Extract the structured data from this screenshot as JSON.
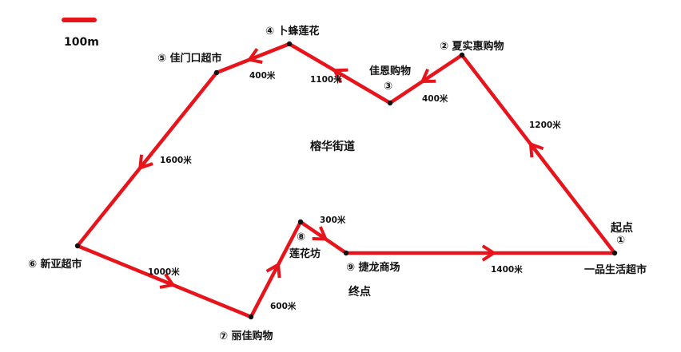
{
  "scale": {
    "label": "100m",
    "color": "#e8141b"
  },
  "area_name": "榕华街道",
  "route_color": "#e8141b",
  "start_label": "起点",
  "end_label": "终点",
  "stops": [
    {
      "id": 1,
      "num": "①",
      "name": "一品生活超市"
    },
    {
      "id": 2,
      "num": "②",
      "name": "夏实惠购物"
    },
    {
      "id": 3,
      "num": "③",
      "name": "佳恩购物"
    },
    {
      "id": 4,
      "num": "④",
      "name": "卜蜂莲花"
    },
    {
      "id": 5,
      "num": "⑤",
      "name": "佳门口超市"
    },
    {
      "id": 6,
      "num": "⑥",
      "name": "新亚超市"
    },
    {
      "id": 7,
      "num": "⑦",
      "name": "丽佳购物"
    },
    {
      "id": 8,
      "num": "⑧",
      "name": "莲花坊"
    },
    {
      "id": 9,
      "num": "⑨",
      "name": "捷龙商场"
    }
  ],
  "segments": [
    {
      "from": 1,
      "to": 2,
      "distance": "1200米"
    },
    {
      "from": 2,
      "to": 3,
      "distance": "400米"
    },
    {
      "from": 3,
      "to": 4,
      "distance": "1100米"
    },
    {
      "from": 4,
      "to": 5,
      "distance": "400米"
    },
    {
      "from": 5,
      "to": 6,
      "distance": "1600米"
    },
    {
      "from": 6,
      "to": 7,
      "distance": "1000米"
    },
    {
      "from": 7,
      "to": 8,
      "distance": "600米"
    },
    {
      "from": 8,
      "to": 9,
      "distance": "300米"
    },
    {
      "from": 9,
      "to": 1,
      "distance": "1400米"
    }
  ]
}
